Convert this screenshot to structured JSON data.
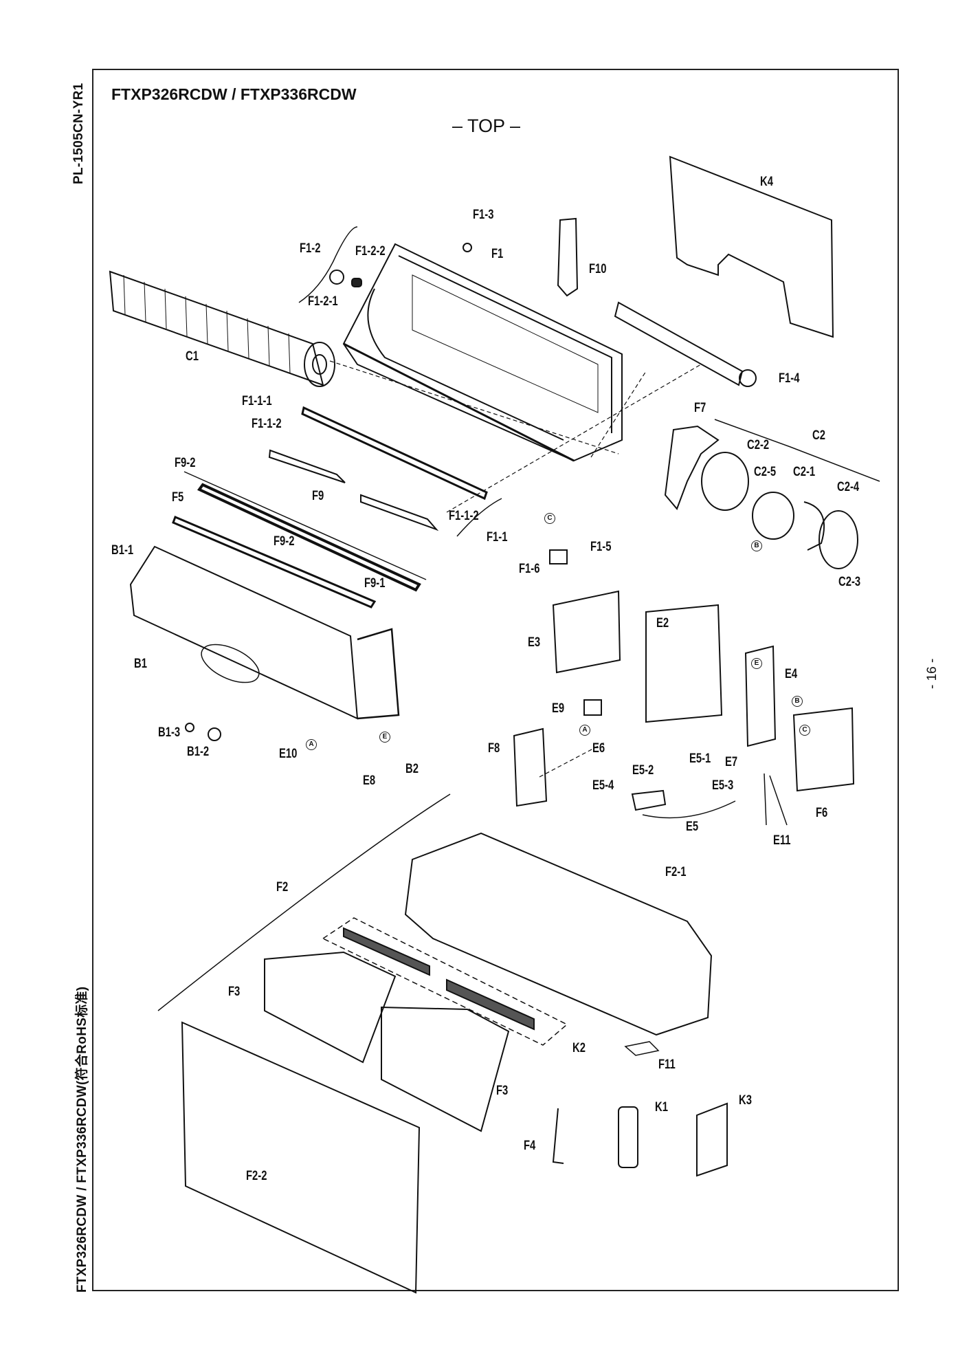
{
  "document": {
    "doc_code": "PL-1505CN-YR1",
    "side_models": "FTXP326RCDW / FTXP336RCDW(符合RoHS标准)",
    "page_number": "- 16 -",
    "title": "FTXP326RCDW / FTXP336RCDW",
    "view": "– TOP –"
  },
  "parts": {
    "K4": "K4",
    "F1_3": "F1-3",
    "F1_2": "F1-2",
    "F1_2_2": "F1-2-2",
    "F1": "F1",
    "F10": "F10",
    "F1_2_1": "F1-2-1",
    "C1": "C1",
    "F1_4": "F1-4",
    "F1_1_1": "F1-1-1",
    "F7": "F7",
    "F1_1_2a": "F1-1-2",
    "C2": "C2",
    "C2_2": "C2-2",
    "C2_5": "C2-5",
    "C2_1": "C2-1",
    "C2_4": "C2-4",
    "F9_2a": "F9-2",
    "F5": "F5",
    "F9": "F9",
    "F1_1_2b": "F1-1-2",
    "F1_1": "F1-1",
    "F9_2b": "F9-2",
    "F1_5": "F1-5",
    "F1_6": "F1-6",
    "B1_1": "B1-1",
    "F9_1": "F9-1",
    "C2_3": "C2-3",
    "E2": "E2",
    "E3": "E3",
    "B1": "B1",
    "E4": "E4",
    "E9": "E9",
    "B1_3": "B1-3",
    "E6": "E6",
    "B1_2": "B1-2",
    "E10": "E10",
    "F8": "F8",
    "E5_1": "E5-1",
    "E7": "E7",
    "E8": "E8",
    "B2": "B2",
    "E5_2": "E5-2",
    "E5_3": "E5-3",
    "E5_4": "E5-4",
    "F6": "F6",
    "E5": "E5",
    "E11": "E11",
    "F2_1": "F2-1",
    "F2": "F2",
    "F3a": "F3",
    "K2": "K2",
    "F11": "F11",
    "F3b": "F3",
    "K1": "K1",
    "K3": "K3",
    "F4": "F4",
    "F2_2": "F2-2"
  },
  "connectors": {
    "A": "A",
    "B": "B",
    "C": "C",
    "E": "E"
  }
}
